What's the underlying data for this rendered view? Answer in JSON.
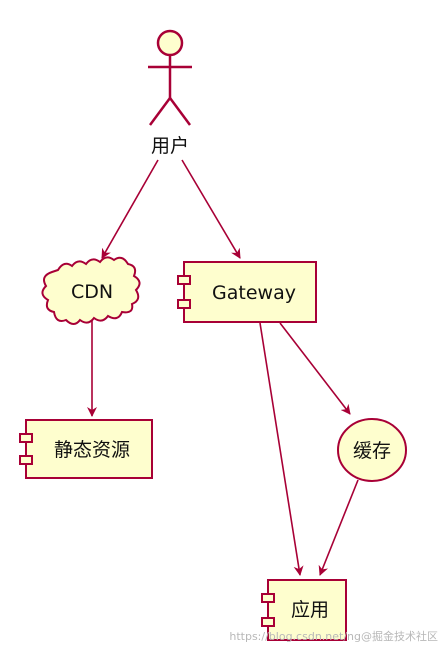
{
  "diagram": {
    "actor": {
      "label": "用户"
    },
    "nodes": {
      "cdn": {
        "label": "CDN",
        "shape": "cloud"
      },
      "gateway": {
        "label": "Gateway",
        "shape": "component"
      },
      "static": {
        "label": "静态资源",
        "shape": "component"
      },
      "cache": {
        "label": "缓存",
        "shape": "ellipse"
      },
      "app": {
        "label": "应用",
        "shape": "component"
      }
    },
    "edges": [
      {
        "from": "actor",
        "to": "cdn"
      },
      {
        "from": "actor",
        "to": "gateway"
      },
      {
        "from": "cdn",
        "to": "static"
      },
      {
        "from": "gateway",
        "to": "cache"
      },
      {
        "from": "gateway",
        "to": "app"
      },
      {
        "from": "cache",
        "to": "app"
      }
    ],
    "colors": {
      "stroke": "#a80036",
      "fill": "#fefece",
      "text": "#111111"
    }
  },
  "watermark": "https://blog.csdn.net/ng@掘金技术社区"
}
